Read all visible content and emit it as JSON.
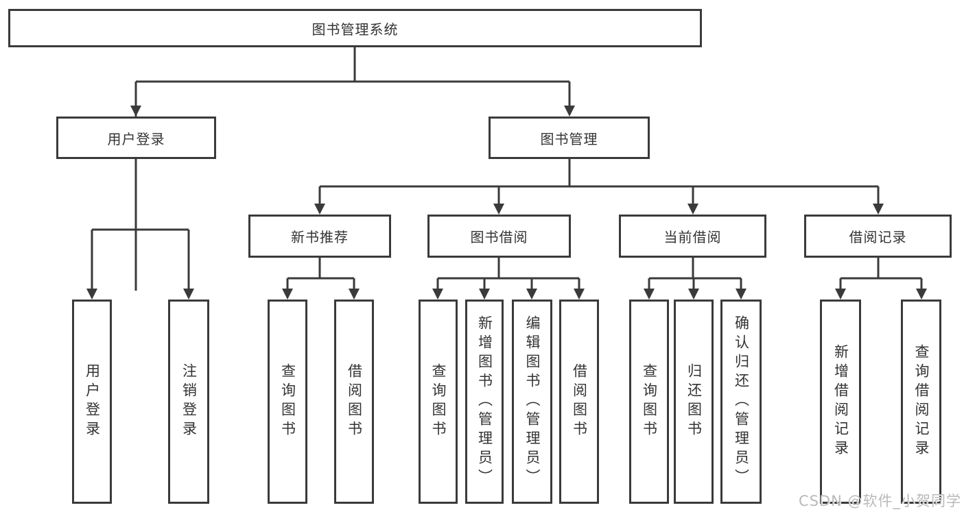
{
  "diagram": {
    "type": "hierarchy-flowchart",
    "tree": {
      "label": "图书管理系统",
      "children": [
        {
          "label": "用户登录",
          "children": [
            {
              "label": "用户登录"
            },
            {
              "label": "注销登录"
            }
          ]
        },
        {
          "label": "图书管理",
          "children": [
            {
              "label": "新书推荐",
              "children": [
                {
                  "label": "查询图书"
                },
                {
                  "label": "借阅图书"
                }
              ]
            },
            {
              "label": "图书借阅",
              "children": [
                {
                  "label": "查询图书"
                },
                {
                  "label": "新增图书（管理员）"
                },
                {
                  "label": "编辑图书（管理员）"
                },
                {
                  "label": "借阅图书"
                }
              ]
            },
            {
              "label": "当前借阅",
              "children": [
                {
                  "label": "查询图书"
                },
                {
                  "label": "归还图书"
                },
                {
                  "label": "确认归还（管理员）"
                }
              ]
            },
            {
              "label": "借阅记录",
              "children": [
                {
                  "label": "新增借阅记录"
                },
                {
                  "label": "查询借阅记录"
                }
              ]
            }
          ]
        }
      ]
    },
    "colors": {
      "line": "#3a3a3a",
      "text": "#333333",
      "box_background": "#ffffff",
      "watermark": "#b9b9b9"
    }
  },
  "watermark": {
    "text": "CSDN @软件_小贺同学"
  }
}
